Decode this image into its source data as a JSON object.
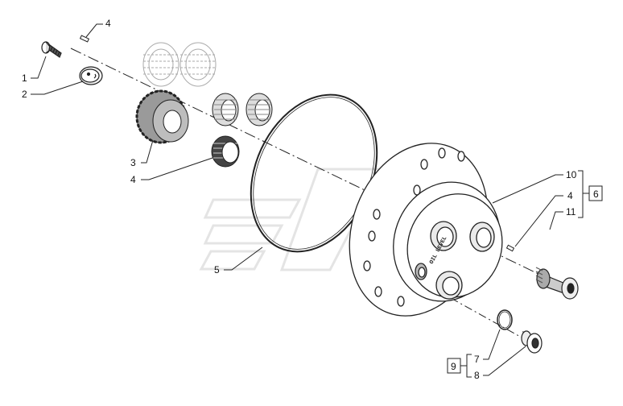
{
  "callouts": {
    "c1": "1",
    "c2": "2",
    "c3": "3",
    "c4a": "4",
    "c4b": "4",
    "c4c": "4",
    "c5": "5",
    "c6": "6",
    "c7": "7",
    "c8": "8",
    "c9": "9",
    "c10": "10",
    "c11": "11"
  },
  "hub_marking": "OIL LEVEL",
  "colors": {
    "line": "#222222",
    "fill": "#ffffff",
    "gear_grey": "#7a7a7a",
    "watermark": "#e6e6e6"
  }
}
